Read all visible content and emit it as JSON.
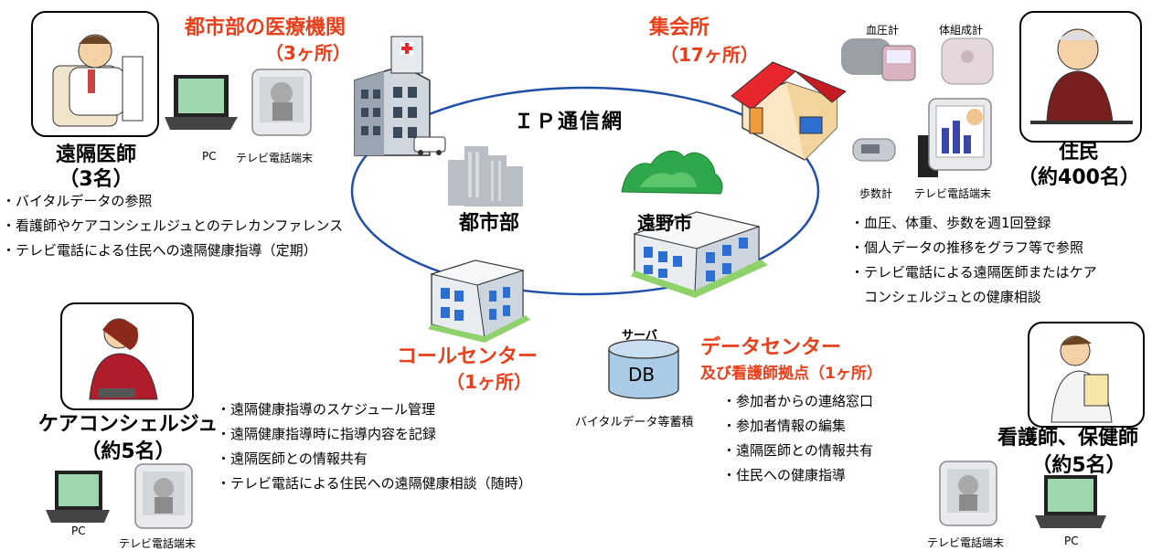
{
  "network": {
    "label": "ＩＰ通信網"
  },
  "areas": {
    "city": "都市部",
    "tono": "遠野市"
  },
  "hospital": {
    "line1": "都市部の医療機関",
    "line2": "（3ヶ所）"
  },
  "hall": {
    "line1": "集会所",
    "line2": "（17ヶ所）"
  },
  "call_center": {
    "line1": "コールセンター",
    "line2": "（1ヶ所）"
  },
  "data_center": {
    "line1": "データセンター",
    "line2": "及び看護師拠点（1ヶ所）"
  },
  "server": {
    "label": "サーバ",
    "db": "DB",
    "caption": "バイタルデータ等蓄積"
  },
  "doctor": {
    "name": "遠隔医師",
    "count": "（3名）",
    "pc": "PC",
    "tv": "テレビ電話端末",
    "items": [
      "バイタルデータの参照",
      "看護師やケアコンシェルジュとのテレカンファレンス",
      "テレビ電話による住民への遠隔健康指導（定期）"
    ]
  },
  "resident": {
    "name": "住民",
    "count": "（約400名）",
    "devices": {
      "bp": "血圧計",
      "body": "体組成計",
      "steps": "歩数計",
      "tv": "テレビ電話端末"
    },
    "items": [
      "血圧、体重、歩数を週1回登録",
      "個人データの推移をグラフ等で参照",
      "テレビ電話による遠隔医師またはケア",
      "コンシェルジュとの健康相談"
    ]
  },
  "concierge": {
    "name": "ケアコンシェルジュ",
    "count": "（約5名）",
    "pc": "PC",
    "tv": "テレビ電話端末",
    "items": [
      "遠隔健康指導のスケジュール管理",
      "遠隔健康指導時に指導内容を記録",
      "遠隔医師との情報共有",
      "テレビ電話による住民への遠隔健康相談（随時）"
    ]
  },
  "nurse": {
    "name": "看護師、保健師",
    "count": "（約5名）",
    "pc": "PC",
    "tv": "テレビ電話端末",
    "items": [
      "参加者からの連絡窓口",
      "参加者情報の編集",
      "遠隔医師との情報共有",
      "住民への健康指導"
    ]
  },
  "colors": {
    "accent": "#e8401c",
    "network": "#1f4fa8",
    "forest": "#2ea84a",
    "roof": "#e8262d"
  }
}
